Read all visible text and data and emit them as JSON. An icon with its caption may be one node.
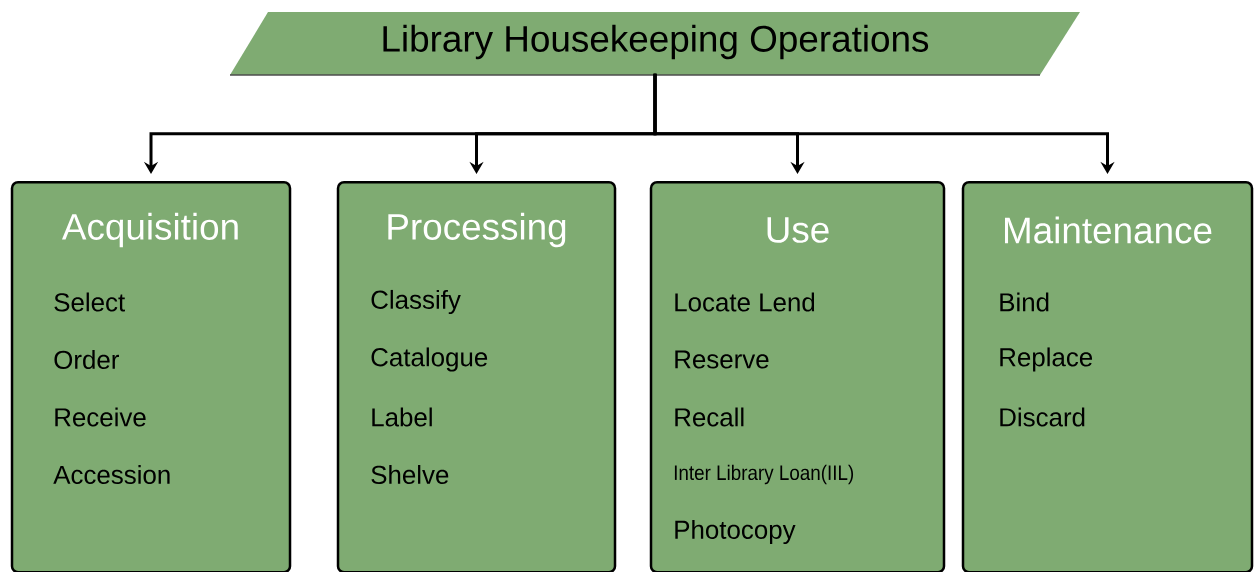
{
  "diagram": {
    "nodes": [
      {
        "text": [
          "Library Housekeeping Operations"
        ]
      },
      {
        "text": [
          "Acquisition",
          "Select",
          "Order",
          "Receive",
          "Accession"
        ]
      },
      {
        "text": [
          "Processing",
          "Classify",
          "Catalogue",
          "Label",
          "Shelve"
        ]
      },
      {
        "text": [
          "Use",
          "Locate Lend",
          "Reserve",
          "Recall",
          "Inter Library Loan(IIL)",
          "Photocopy"
        ]
      },
      {
        "text": [
          "Maintenance",
          "Bind",
          "Replace",
          "Discard"
        ]
      }
    ],
    "edges": [
      {
        "from": 0,
        "to": 1,
        "arrow": "to"
      },
      {
        "from": 0,
        "to": 2,
        "arrow": "to"
      },
      {
        "from": 0,
        "to": 3,
        "arrow": "to"
      },
      {
        "from": 0,
        "to": 4,
        "arrow": "to"
      }
    ]
  }
}
